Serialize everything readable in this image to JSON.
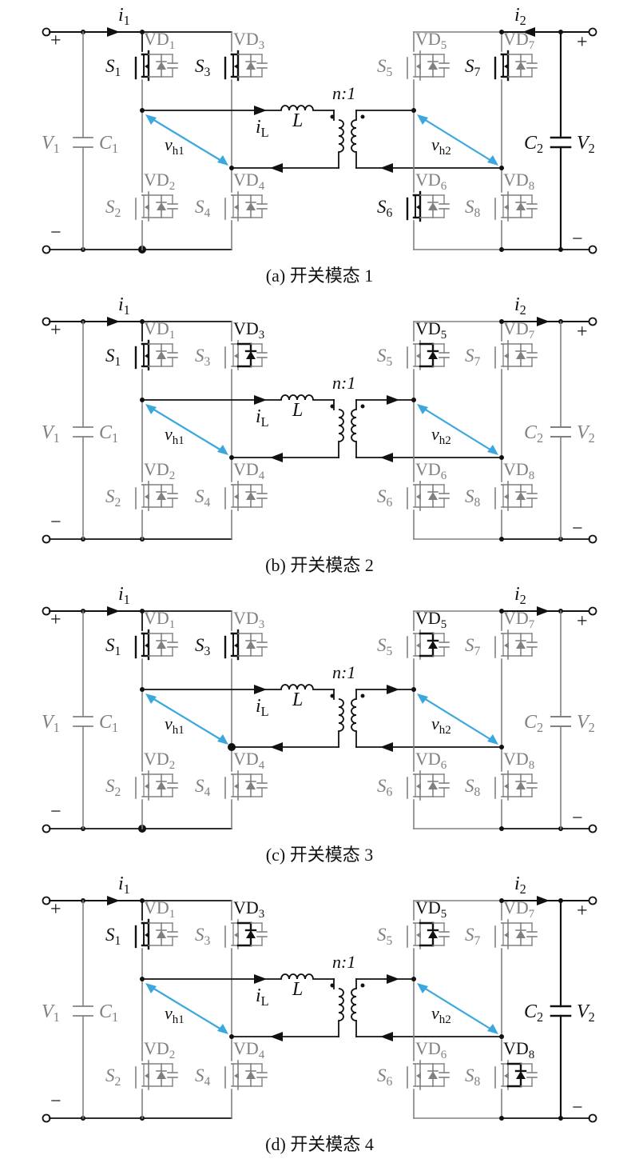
{
  "colors": {
    "active": "#111111",
    "inactive": "#808080",
    "accent": "#3aa7dd"
  },
  "labels": {
    "i1": "i",
    "i1_sub": "1",
    "i2": "i",
    "i2_sub": "2",
    "iL": "i",
    "iL_sub": "L",
    "L": "L",
    "n_ratio": "n:1",
    "V1": "V",
    "V1_sub": "1",
    "C1": "C",
    "C1_sub": "1",
    "C2": "C",
    "C2_sub": "2",
    "V2": "V",
    "V2_sub": "2",
    "vh1": "v",
    "vh1_sub": "h1",
    "vh2": "v",
    "vh2_sub": "h2",
    "plus": "+",
    "minus": "−"
  },
  "switches": [
    {
      "id": "1",
      "s": "S",
      "sub": "1",
      "vd": "VD",
      "vdsub": "1"
    },
    {
      "id": "2",
      "s": "S",
      "sub": "2",
      "vd": "VD",
      "vdsub": "2"
    },
    {
      "id": "3",
      "s": "S",
      "sub": "3",
      "vd": "VD",
      "vdsub": "3"
    },
    {
      "id": "4",
      "s": "S",
      "sub": "4",
      "vd": "VD",
      "vdsub": "4"
    },
    {
      "id": "5",
      "s": "S",
      "sub": "5",
      "vd": "VD",
      "vdsub": "5"
    },
    {
      "id": "6",
      "s": "S",
      "sub": "6",
      "vd": "VD",
      "vdsub": "6"
    },
    {
      "id": "7",
      "s": "S",
      "sub": "7",
      "vd": "VD",
      "vdsub": "7"
    },
    {
      "id": "8",
      "s": "S",
      "sub": "8",
      "vd": "VD",
      "vdsub": "8"
    }
  ],
  "panels": [
    {
      "caption": "(a) 开关模态 1",
      "active_switches": [
        1,
        3,
        6,
        7
      ],
      "active_diodes": [],
      "i2_left": true,
      "bold_caps": [
        2
      ],
      "bold_lines": [
        "in",
        "out"
      ]
    },
    {
      "caption": "(b) 开关模态 2",
      "active_switches": [
        1
      ],
      "active_diodes": [
        3,
        5
      ],
      "i2_left": false,
      "bold_caps": [],
      "bold_lines": [
        "in"
      ]
    },
    {
      "caption": "(c) 开关模态 3",
      "active_switches": [
        1,
        3
      ],
      "active_diodes": [
        5
      ],
      "i2_left": false,
      "bold_caps": [],
      "bold_lines": [
        "in"
      ]
    },
    {
      "caption": "(d) 开关模态 4",
      "active_switches": [
        1
      ],
      "active_diodes": [
        3,
        5,
        8
      ],
      "i2_left": false,
      "bold_caps": [
        2
      ],
      "bold_lines": [
        "in",
        "out"
      ]
    }
  ]
}
